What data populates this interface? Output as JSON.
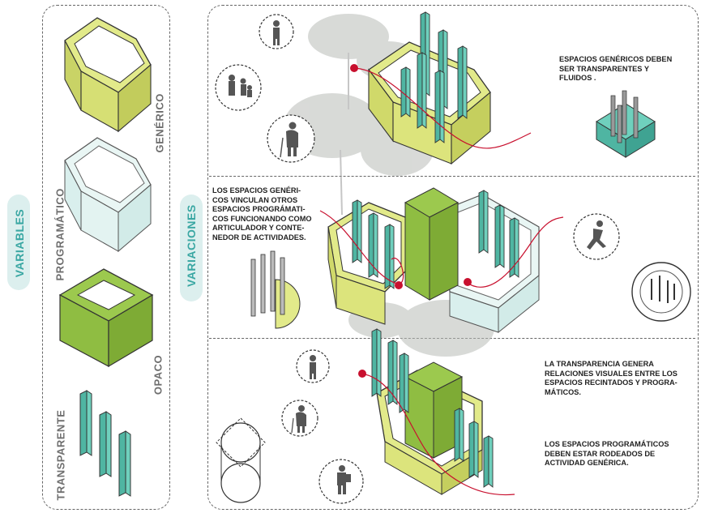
{
  "left_panel": {
    "title": "VARIABLES",
    "labels": {
      "generico": "GENÉRICO",
      "programatico": "PROGRAMÁTICO",
      "opaco": "OPACO",
      "transparente": "TRANSPARENTE"
    }
  },
  "right_panel": {
    "title": "VARIACIONES",
    "notes": {
      "top": "ESPACIOS GENÉRICOS DEBEN\nSER TRANSPARENTES Y\nFLUIDOS .",
      "middle": "LOS ESPACIOS GENÉRI-\nCOS VINCULAN OTROS\nESPACIOS PROGRÁMATI-\nCOS FUNCIONANDO COMO\nARTICULADOR Y CONTE-\nNEDOR DE ACTIVIDADES.",
      "bottom_1": "LA TRANSPARENCIA GENERA\nRELACIONES VISUALES ENTRE LOS\nESPACIOS RECINTADOS Y PROGRA-\nMÁTICOS.",
      "bottom_2": "LOS ESPACIOS PROGRAMÁTICOS\nDEBEN ESTAR RODEADOS DE\nACTIVIDAD GENÉRICA."
    }
  },
  "colors": {
    "yellow_green": "#e2ea8a",
    "olive_green": "#9cc94e",
    "teal": "#5fc3b0",
    "pale_blue": "#e9f6f4",
    "accent_red": "#c8102e",
    "label_teal": "#3aa7a3"
  },
  "icons": [
    "person-standing-icon",
    "family-icon",
    "elderly-person-icon",
    "runner-icon",
    "hiker-icon",
    "tree-icon",
    "column-grid-icon",
    "circle-columns-icon",
    "cylinder-icon"
  ]
}
